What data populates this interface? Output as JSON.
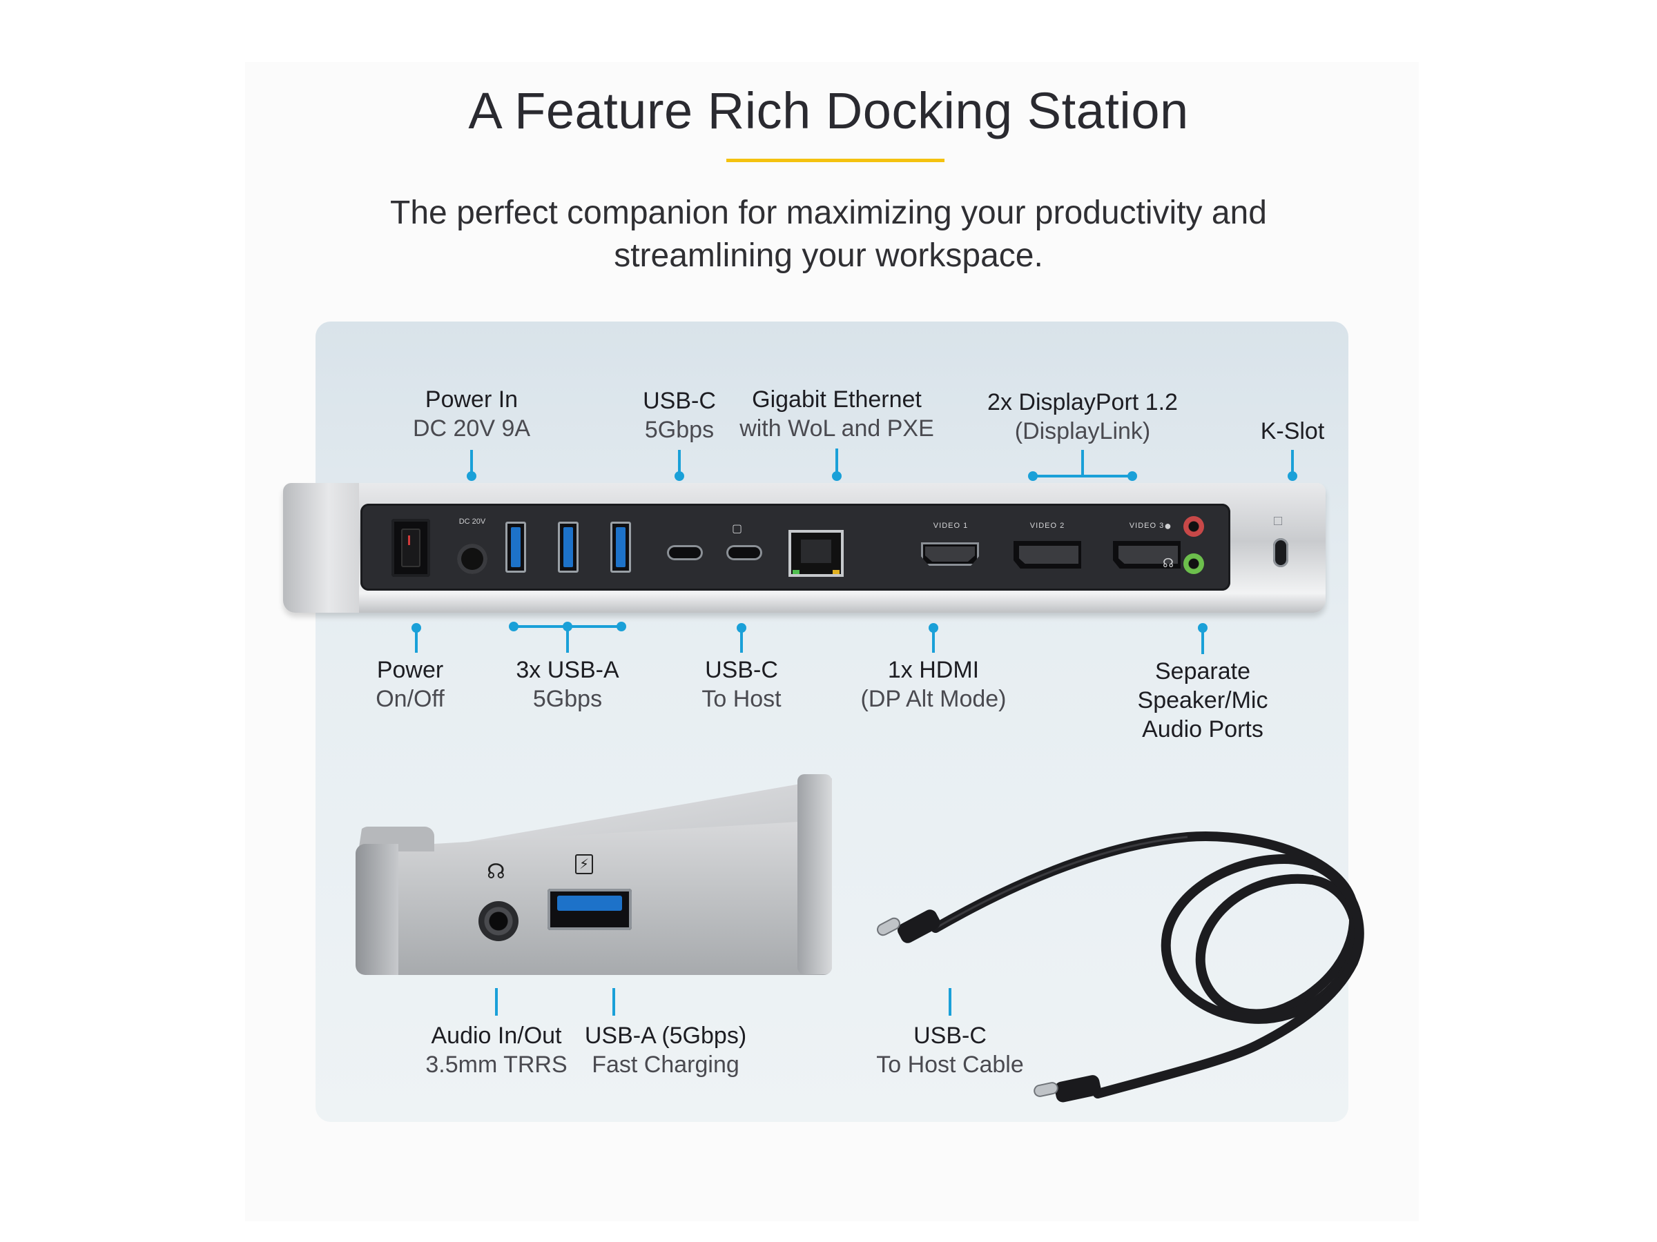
{
  "header": {
    "title": "A Feature Rich Docking Station",
    "subtitle_line1": "The perfect companion for maximizing your productivity and",
    "subtitle_line2": "streamlining your workspace."
  },
  "rear_labels": {
    "power_in": {
      "title": "Power In",
      "detail": "DC 20V 9A"
    },
    "usbc_5gbps": {
      "title": "USB-C",
      "detail": "5Gbps"
    },
    "ethernet": {
      "title": "Gigabit Ethernet",
      "detail": "with WoL and PXE"
    },
    "displayport": {
      "title": "2x DisplayPort 1.2",
      "detail": "(DisplayLink)"
    },
    "kslot": {
      "title": "K-Slot"
    },
    "power_switch": {
      "title": "Power",
      "detail": "On/Off"
    },
    "usba": {
      "title": "3x USB-A",
      "detail": "5Gbps"
    },
    "usbc_host": {
      "title": "USB-C",
      "detail": "To Host"
    },
    "hdmi": {
      "title": "1x HDMI",
      "detail": "(DP Alt Mode)"
    },
    "audio": {
      "line1": "Separate",
      "line2": "Speaker/Mic",
      "line3": "Audio Ports"
    }
  },
  "port_markings": {
    "dc": "DC 20V",
    "video1": "VIDEO 1",
    "video2": "VIDEO 2",
    "video3": "VIDEO 3"
  },
  "side_labels": {
    "audio_inout": {
      "title": "Audio In/Out",
      "detail": "3.5mm TRRS"
    },
    "usba_charging": {
      "title": "USB-A (5Gbps)",
      "detail": "Fast Charging"
    },
    "cable": {
      "title": "USB-C",
      "detail": "To Host Cable"
    }
  },
  "colors": {
    "accent_rule": "#f4c20f",
    "connector_blue": "#1aa0d8",
    "usb_blue": "#1d72c9",
    "panel_bg": "#e3eaee"
  },
  "icons": [
    "mic-icon",
    "headphone-icon",
    "lock-icon",
    "headset-icon",
    "battery-charge-icon",
    "laptop-icon"
  ]
}
